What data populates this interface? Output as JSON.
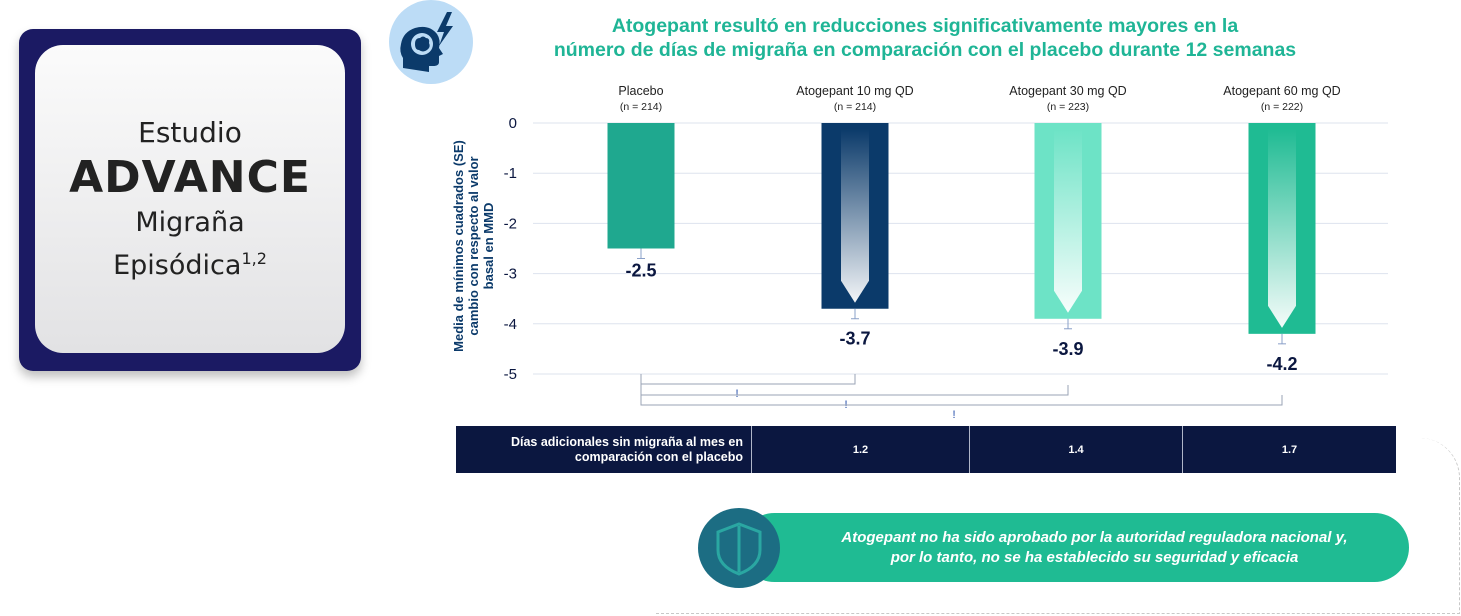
{
  "study_card": {
    "line1": "Estudio",
    "line2": "ADVANCE",
    "line3": "Migraña",
    "line4": "Episódica",
    "line4_sup": "1,2"
  },
  "chart_title_line1": "Atogepant resultó en reducciones significativamente mayores en la",
  "chart_title_line2": "número de días de migraña en comparación con el placebo durante 12 semanas",
  "chart_data": {
    "type": "bar",
    "title": "Atogepant resultó en reducciones significativamente mayores en la número de días de migraña en comparación con el placebo durante 12 semanas",
    "ylabel": "Media de mínimos cuadrados (SE) cambio con respecto al valor basal en MMD",
    "ylabel_lines": [
      "Media de mínimos cuadrados (SE)",
      "cambio con respecto al valor",
      "basal en MMD"
    ],
    "ylim": [
      -5,
      0
    ],
    "yticks": [
      "0",
      "-1",
      "-2",
      "-3",
      "-4",
      "-5"
    ],
    "grid": true,
    "categories": [
      "Placebo",
      "Atogepant 10 mg QD",
      "Atogepant 30 mg QD",
      "Atogepant 60 mg QD"
    ],
    "n_labels": [
      "(n = 214)",
      "(n = 214)",
      "(n = 223)",
      "(n = 222)"
    ],
    "values": [
      -2.5,
      -3.7,
      -3.9,
      -4.2
    ],
    "value_labels": [
      "-2.5",
      "-3.7",
      "-3.9",
      "-4.2"
    ],
    "bar_colors": [
      "#1fa88f",
      "#0b3a6a",
      "#6de3c6",
      "#1fbb93"
    ],
    "significance_marks": [
      "!",
      "!",
      "!"
    ]
  },
  "table": {
    "row_label_line1": "Días adicionales sin migraña al mes en",
    "row_label_line2": "comparación con el placebo",
    "values": [
      "1.2",
      "1.4",
      "1.7"
    ]
  },
  "notice": {
    "line1": "Atogepant no ha sido aprobado por la autoridad reguladora nacional y,",
    "line2": "por lo tanto, no se ha establecido su seguridad y eficacia"
  },
  "icons": [
    "brain-lightning-icon",
    "shield-icon"
  ],
  "colors": {
    "accent": "#1fb596",
    "navy": "#0b1740",
    "card_border": "#1b1a63"
  }
}
